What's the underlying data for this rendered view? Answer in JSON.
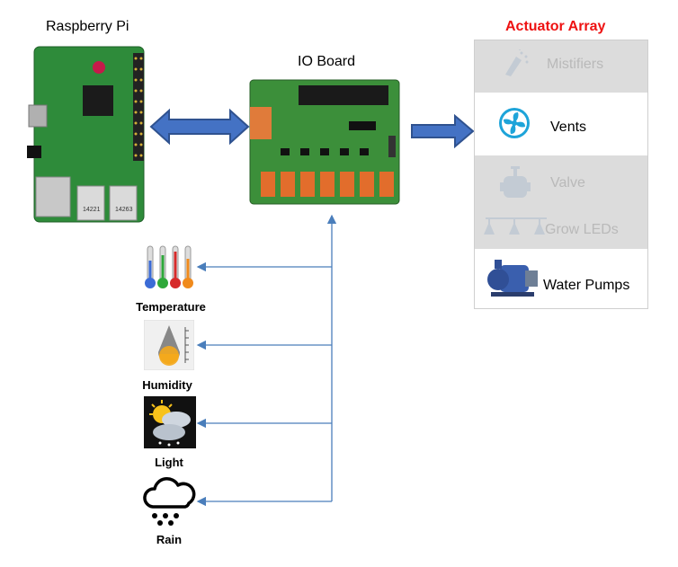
{
  "nodes": {
    "raspberry_pi": {
      "label": "Raspberry Pi"
    },
    "io_board": {
      "label": "IO Board"
    },
    "actuator_array": {
      "label": "Actuator Array"
    }
  },
  "actuators": [
    {
      "label": "Mistifiers",
      "active": false
    },
    {
      "label": "Vents",
      "active": true
    },
    {
      "label": "Valve",
      "active": false
    },
    {
      "label": "Grow LEDs",
      "active": false
    },
    {
      "label": "Water Pumps",
      "active": true
    }
  ],
  "sensors": [
    {
      "label": "Temperature"
    },
    {
      "label": "Humidity"
    },
    {
      "label": "Light"
    },
    {
      "label": "Rain"
    }
  ],
  "colors": {
    "arrow_fill": "#4472c4",
    "arrow_stroke": "#2f528f",
    "connector_line": "#4a7ebb",
    "actuator_title": "#ee1111",
    "pcb_green": "#2e8b3a",
    "inactive_bg": "#dcdcdc",
    "inactive_text": "#b9b9b9"
  }
}
